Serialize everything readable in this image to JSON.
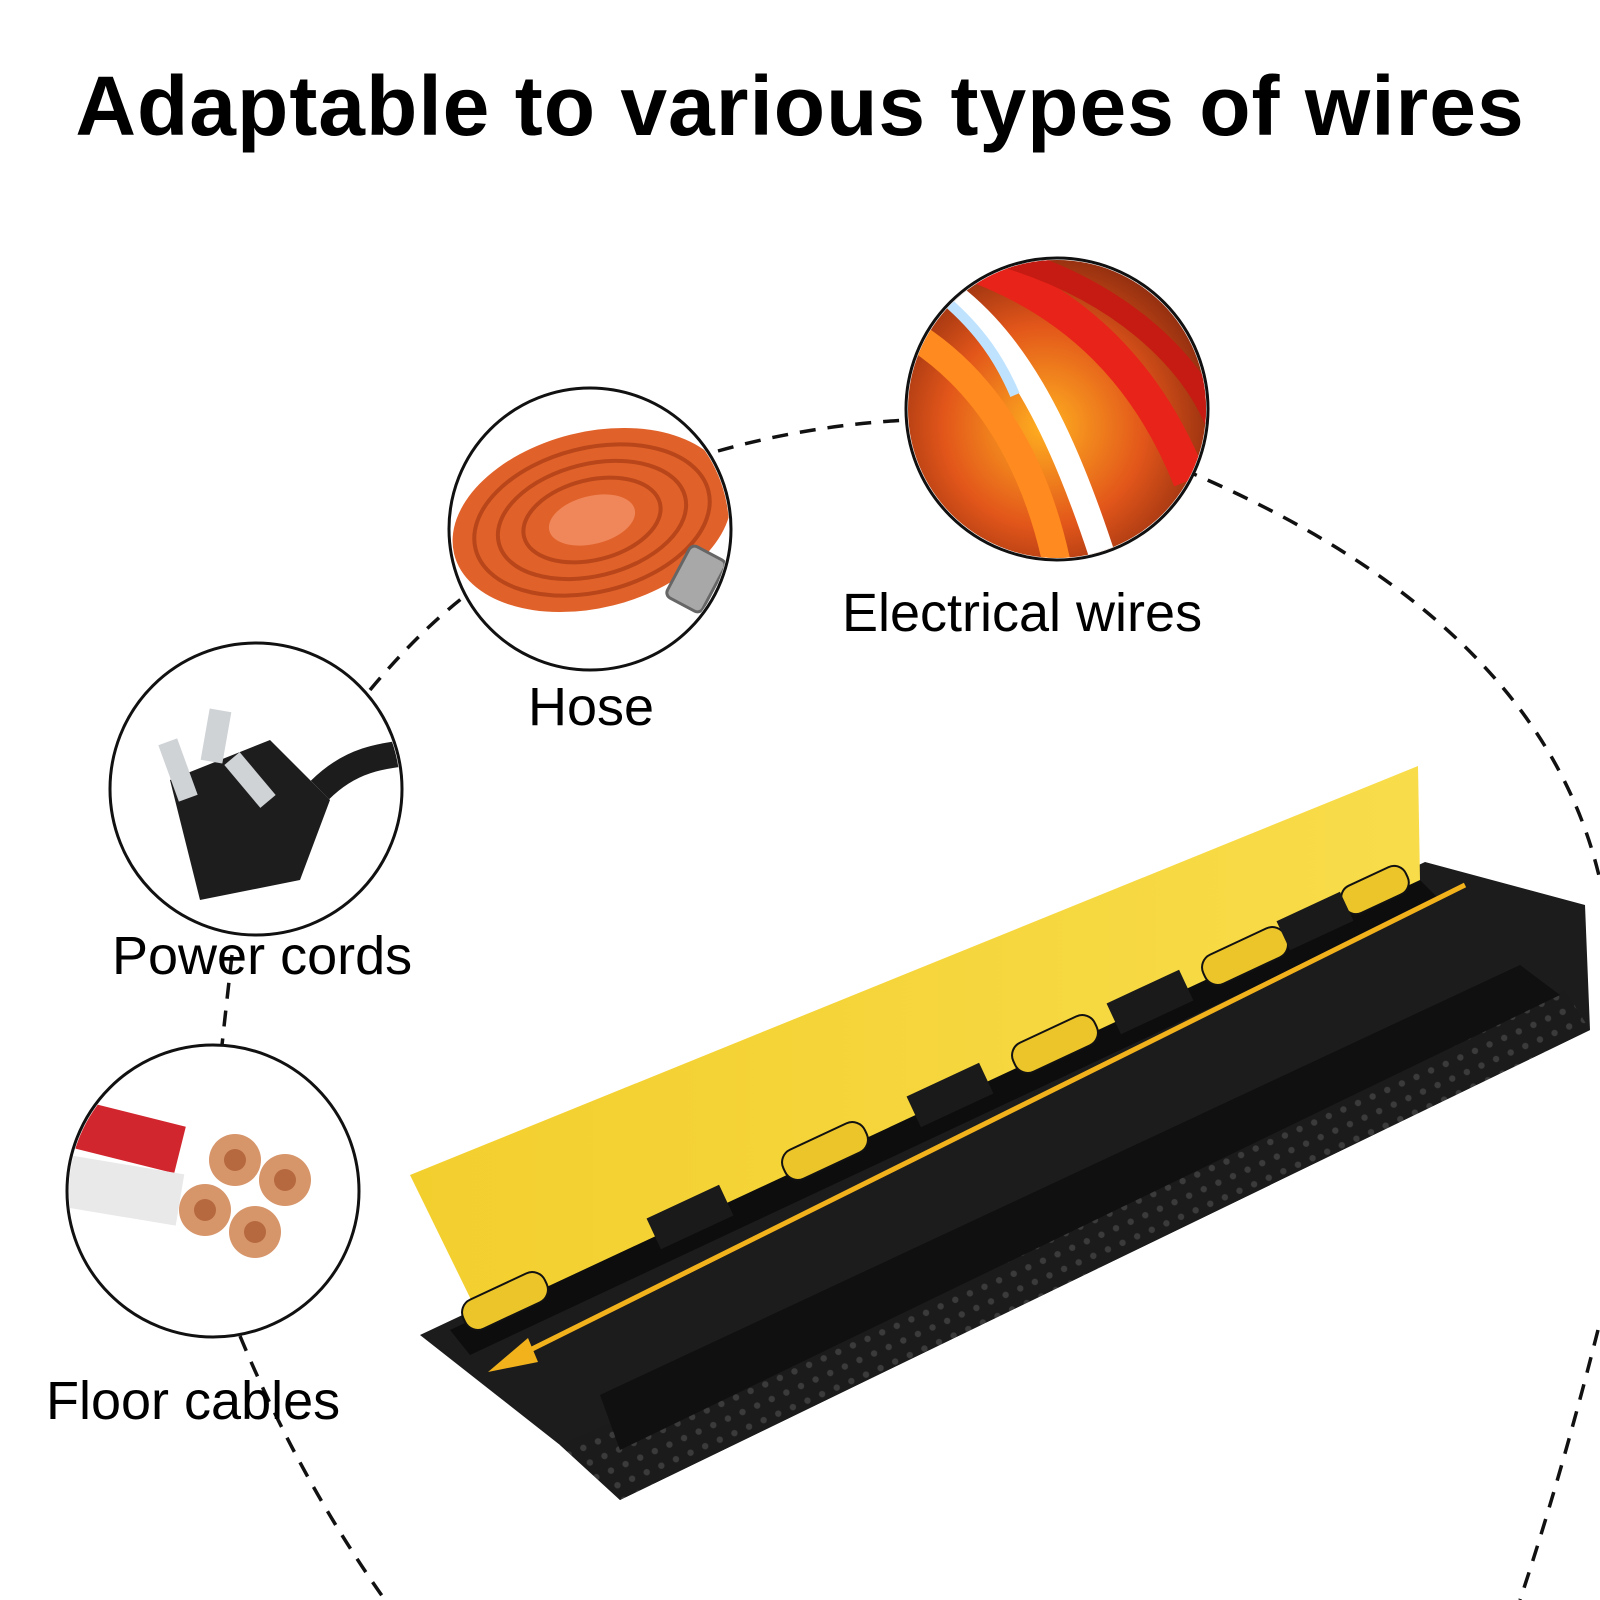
{
  "headline": "Adaptable to various types of wires",
  "items": {
    "hose": {
      "label": "Hose",
      "icon": "hose-icon"
    },
    "electrical": {
      "label": "Electrical wires",
      "icon": "electrical-wires-icon"
    },
    "power": {
      "label": "Power cords",
      "icon": "power-plug-icon"
    },
    "floor": {
      "label": "Floor cables",
      "icon": "floor-cables-icon"
    }
  },
  "product": {
    "icon": "cable-protector-ramp",
    "lid_color": "#f5d63a",
    "body_color": "#1e1e1e",
    "arrow_color": "#f2b21c"
  }
}
